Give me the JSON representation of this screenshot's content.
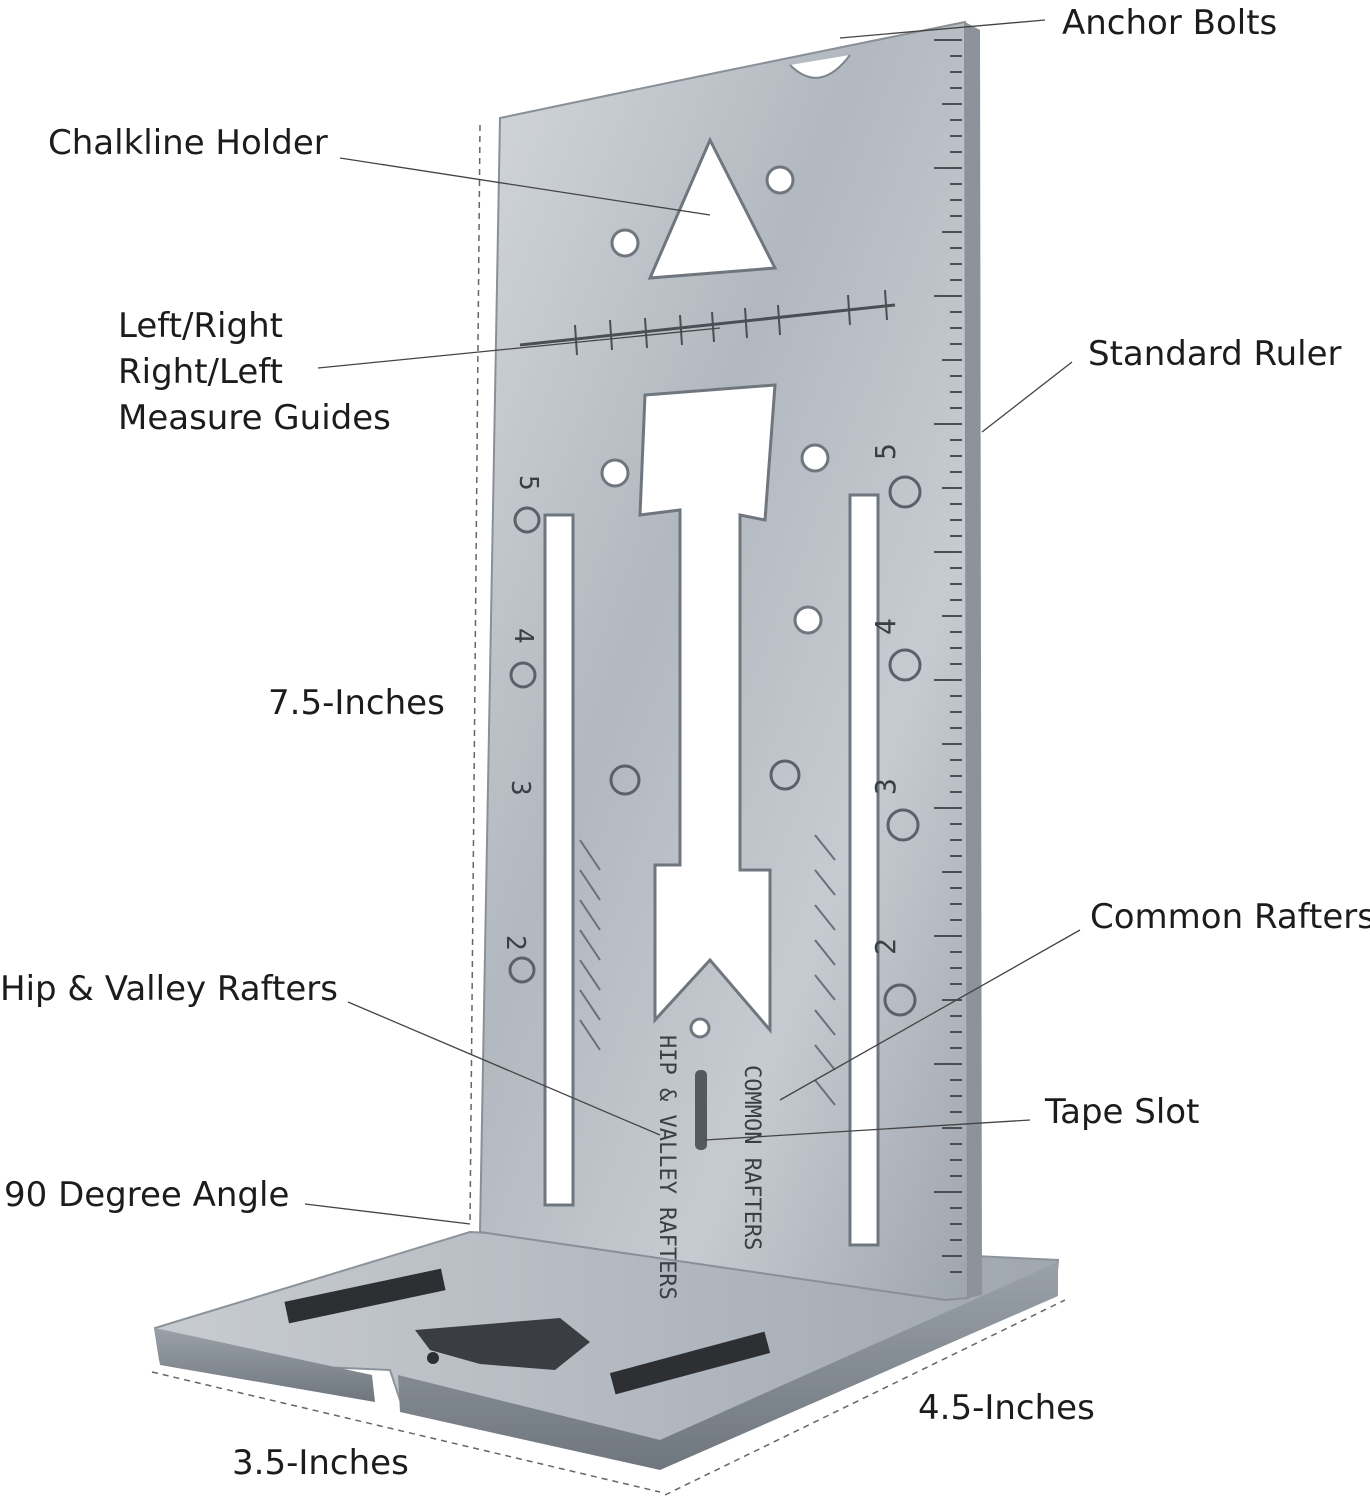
{
  "callouts": {
    "anchor_bolts": "Anchor Bolts",
    "chalkline_holder": "Chalkline Holder",
    "measure_guides": [
      "Left/Right",
      "Right/Left",
      "Measure Guides"
    ],
    "standard_ruler": "Standard Ruler",
    "height": "7.5-Inches",
    "common_rafters": "Common Rafters",
    "hip_valley_rafters": "Hip & Valley Rafters",
    "tape_slot": "Tape Slot",
    "angle": "90 Degree Angle",
    "depth": "4.5-Inches",
    "width": "3.5-Inches"
  },
  "etched": {
    "hip_valley": "HIP & VALLEY RAFTERS",
    "common": "COMMON RAFTERS",
    "ruler_numbers": [
      "2",
      "3",
      "4",
      "5"
    ],
    "inner_numbers": [
      "2",
      "3",
      "4",
      "5"
    ]
  },
  "colors": {
    "metal_light": "#c9ced4",
    "metal_mid": "#a9b0b8",
    "metal_dark": "#7d858e",
    "text": "#1c1c1c",
    "leader_line": "#444444"
  }
}
